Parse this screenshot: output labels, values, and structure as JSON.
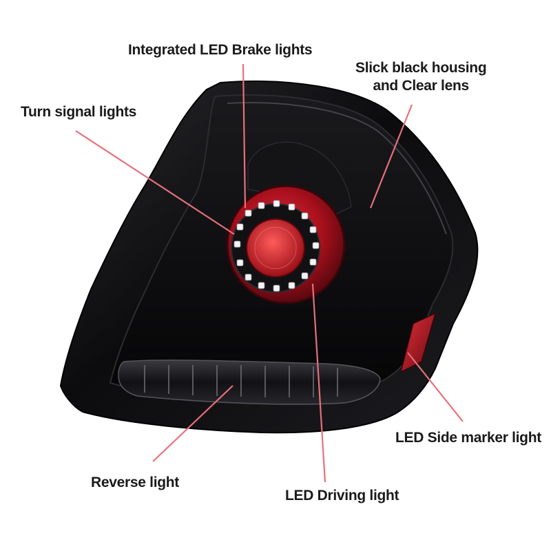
{
  "callouts": {
    "brake": "Integrated LED Brake lights",
    "turn": "Turn signal lights",
    "housing_line1": "Slick black housing",
    "housing_line2": "and Clear lens",
    "side_marker": "LED Side marker light",
    "reverse": "Reverse light",
    "driving": "LED Driving light"
  },
  "colors": {
    "leader_line": "#e8707a",
    "housing": "#0c0c0e",
    "ring": "#b3121c",
    "reflector": "#c8202a",
    "text": "#1a1a1a"
  }
}
